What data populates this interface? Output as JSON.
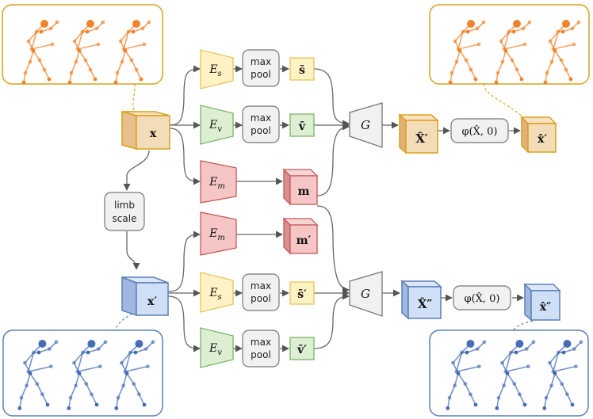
{
  "colors": {
    "orange_border": "#d9a21a",
    "orange_fill": "#f3dcb8",
    "blue_border": "#5c7fb5",
    "blue_fill": "#cfe0f6",
    "yellow_fill": "#fff2c4",
    "yellow_border": "#e6c35a",
    "green_fill": "#dcefd2",
    "green_border": "#7db36a",
    "red_fill": "#f6c6c6",
    "red_border": "#c45a5a",
    "gray_fill": "#f1f1f1",
    "arrow": "#666666",
    "skeleton_orange": "#f07d22",
    "skeleton_blue": "#3d67b1"
  },
  "inputs": {
    "x": "x",
    "x_prime": "x′"
  },
  "limb_scale": {
    "line1": "limb",
    "line2": "scale"
  },
  "encoders": {
    "es": {
      "name": "E",
      "sub": "s"
    },
    "ev": {
      "name": "E",
      "sub": "v"
    },
    "em": {
      "name": "E",
      "sub": "m"
    }
  },
  "pool": {
    "line1": "max",
    "line2": "pool"
  },
  "latents": {
    "s_bar": "s̄",
    "v_bar": "v̄",
    "m": "m",
    "m_prime": "m′",
    "s_bar_prime": "s̄′",
    "v_bar_prime": "v̄′"
  },
  "decoder": {
    "name": "G"
  },
  "outputs": {
    "X_hat_prime": "X̂′",
    "X_hat_dprime": "X̂″",
    "phi": "φ(X̂, 0)",
    "x_hat_prime": "x̂′",
    "x_hat_dprime": "x̂″"
  }
}
